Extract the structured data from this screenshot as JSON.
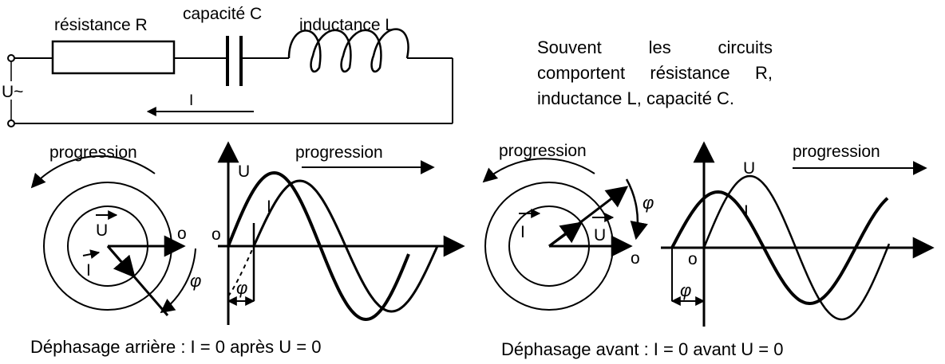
{
  "circuit": {
    "resistor_label": "résistance R",
    "capacitor_label": "capacité C",
    "inductor_label": "inductance L",
    "source_label": "U~",
    "current_label": "I"
  },
  "description": "Souvent les circuits comportent résistance R, inductance L, capacité C.",
  "left_diagram": {
    "rotation_label": "progression",
    "axis_label": "progression",
    "phasor_u": "U",
    "phasor_i": "I",
    "origin": "o",
    "phase_symbol": "φ",
    "curve_u_label": "U",
    "curve_i_label": "I",
    "caption": "Déphasage arrière : I = 0 après U = 0"
  },
  "right_diagram": {
    "rotation_label": "progression",
    "axis_label": "progression",
    "phasor_u": "U",
    "phasor_i": "I",
    "origin": "o",
    "phase_symbol": "φ",
    "curve_u_label": "U",
    "curve_i_label": "I",
    "caption": "Déphasage avant : I = 0 avant U = 0"
  },
  "colors": {
    "ink": "#000000",
    "background": "#ffffff"
  }
}
